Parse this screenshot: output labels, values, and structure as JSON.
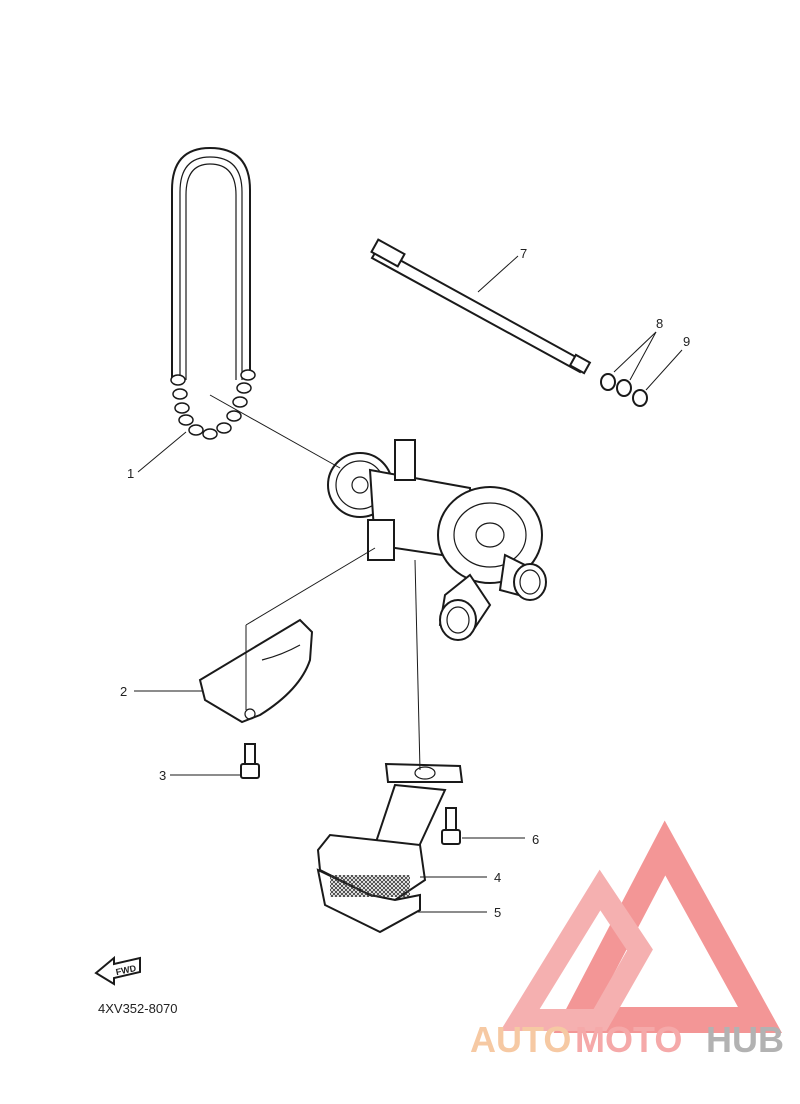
{
  "diagram": {
    "callouts": [
      "1",
      "2",
      "3",
      "4",
      "5",
      "6",
      "7",
      "8",
      "9"
    ],
    "diagram_code": "4XV352-8070",
    "fwd_label": "FWD"
  },
  "watermark": {
    "part1": "AUTO",
    "part2": "MOTO",
    "part3": "HUB",
    "colors": {
      "auto": "#f6c49a",
      "moto": "#f4a0a0",
      "hub": "#aaaaaa",
      "logo": "#f28b8b"
    }
  }
}
